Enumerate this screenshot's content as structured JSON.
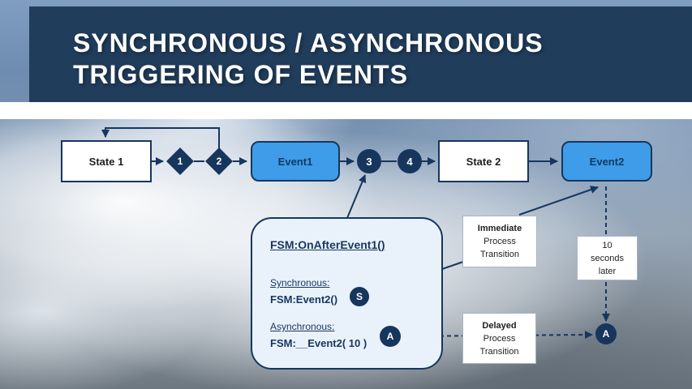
{
  "slide": {
    "title_line1": "SYNCHRONOUS / ASYNCHRONOUS",
    "title_line2": "TRIGGERING OF EVENTS"
  },
  "flow": {
    "state1": "State 1",
    "marker1": "1",
    "marker2": "2",
    "event1": "Event1",
    "marker3": "3",
    "marker4": "4",
    "state2": "State 2",
    "event2": "Event2"
  },
  "callout": {
    "heading": "FSM:OnAfterEvent1()",
    "sync_label": "Synchronous:",
    "sync_code": "FSM:Event2()",
    "sync_badge": "S",
    "async_label": "Asynchronous:",
    "async_code": "FSM:__Event2( 10 )",
    "async_badge": "A"
  },
  "notes": {
    "immediate": {
      "line1": "Immediate",
      "line2": "Process",
      "line3": "Transition"
    },
    "timer": {
      "line1": "10",
      "line2": "seconds",
      "line3": "later"
    },
    "delayed": {
      "line1": "Delayed",
      "line2": "Process",
      "line3": "Transition"
    },
    "async_target_badge": "A"
  },
  "colors": {
    "title_bar": "#213d5c",
    "accent": "#17365d",
    "event_fill": "#3e9ce8",
    "callout_fill": "#e9f2fb"
  }
}
